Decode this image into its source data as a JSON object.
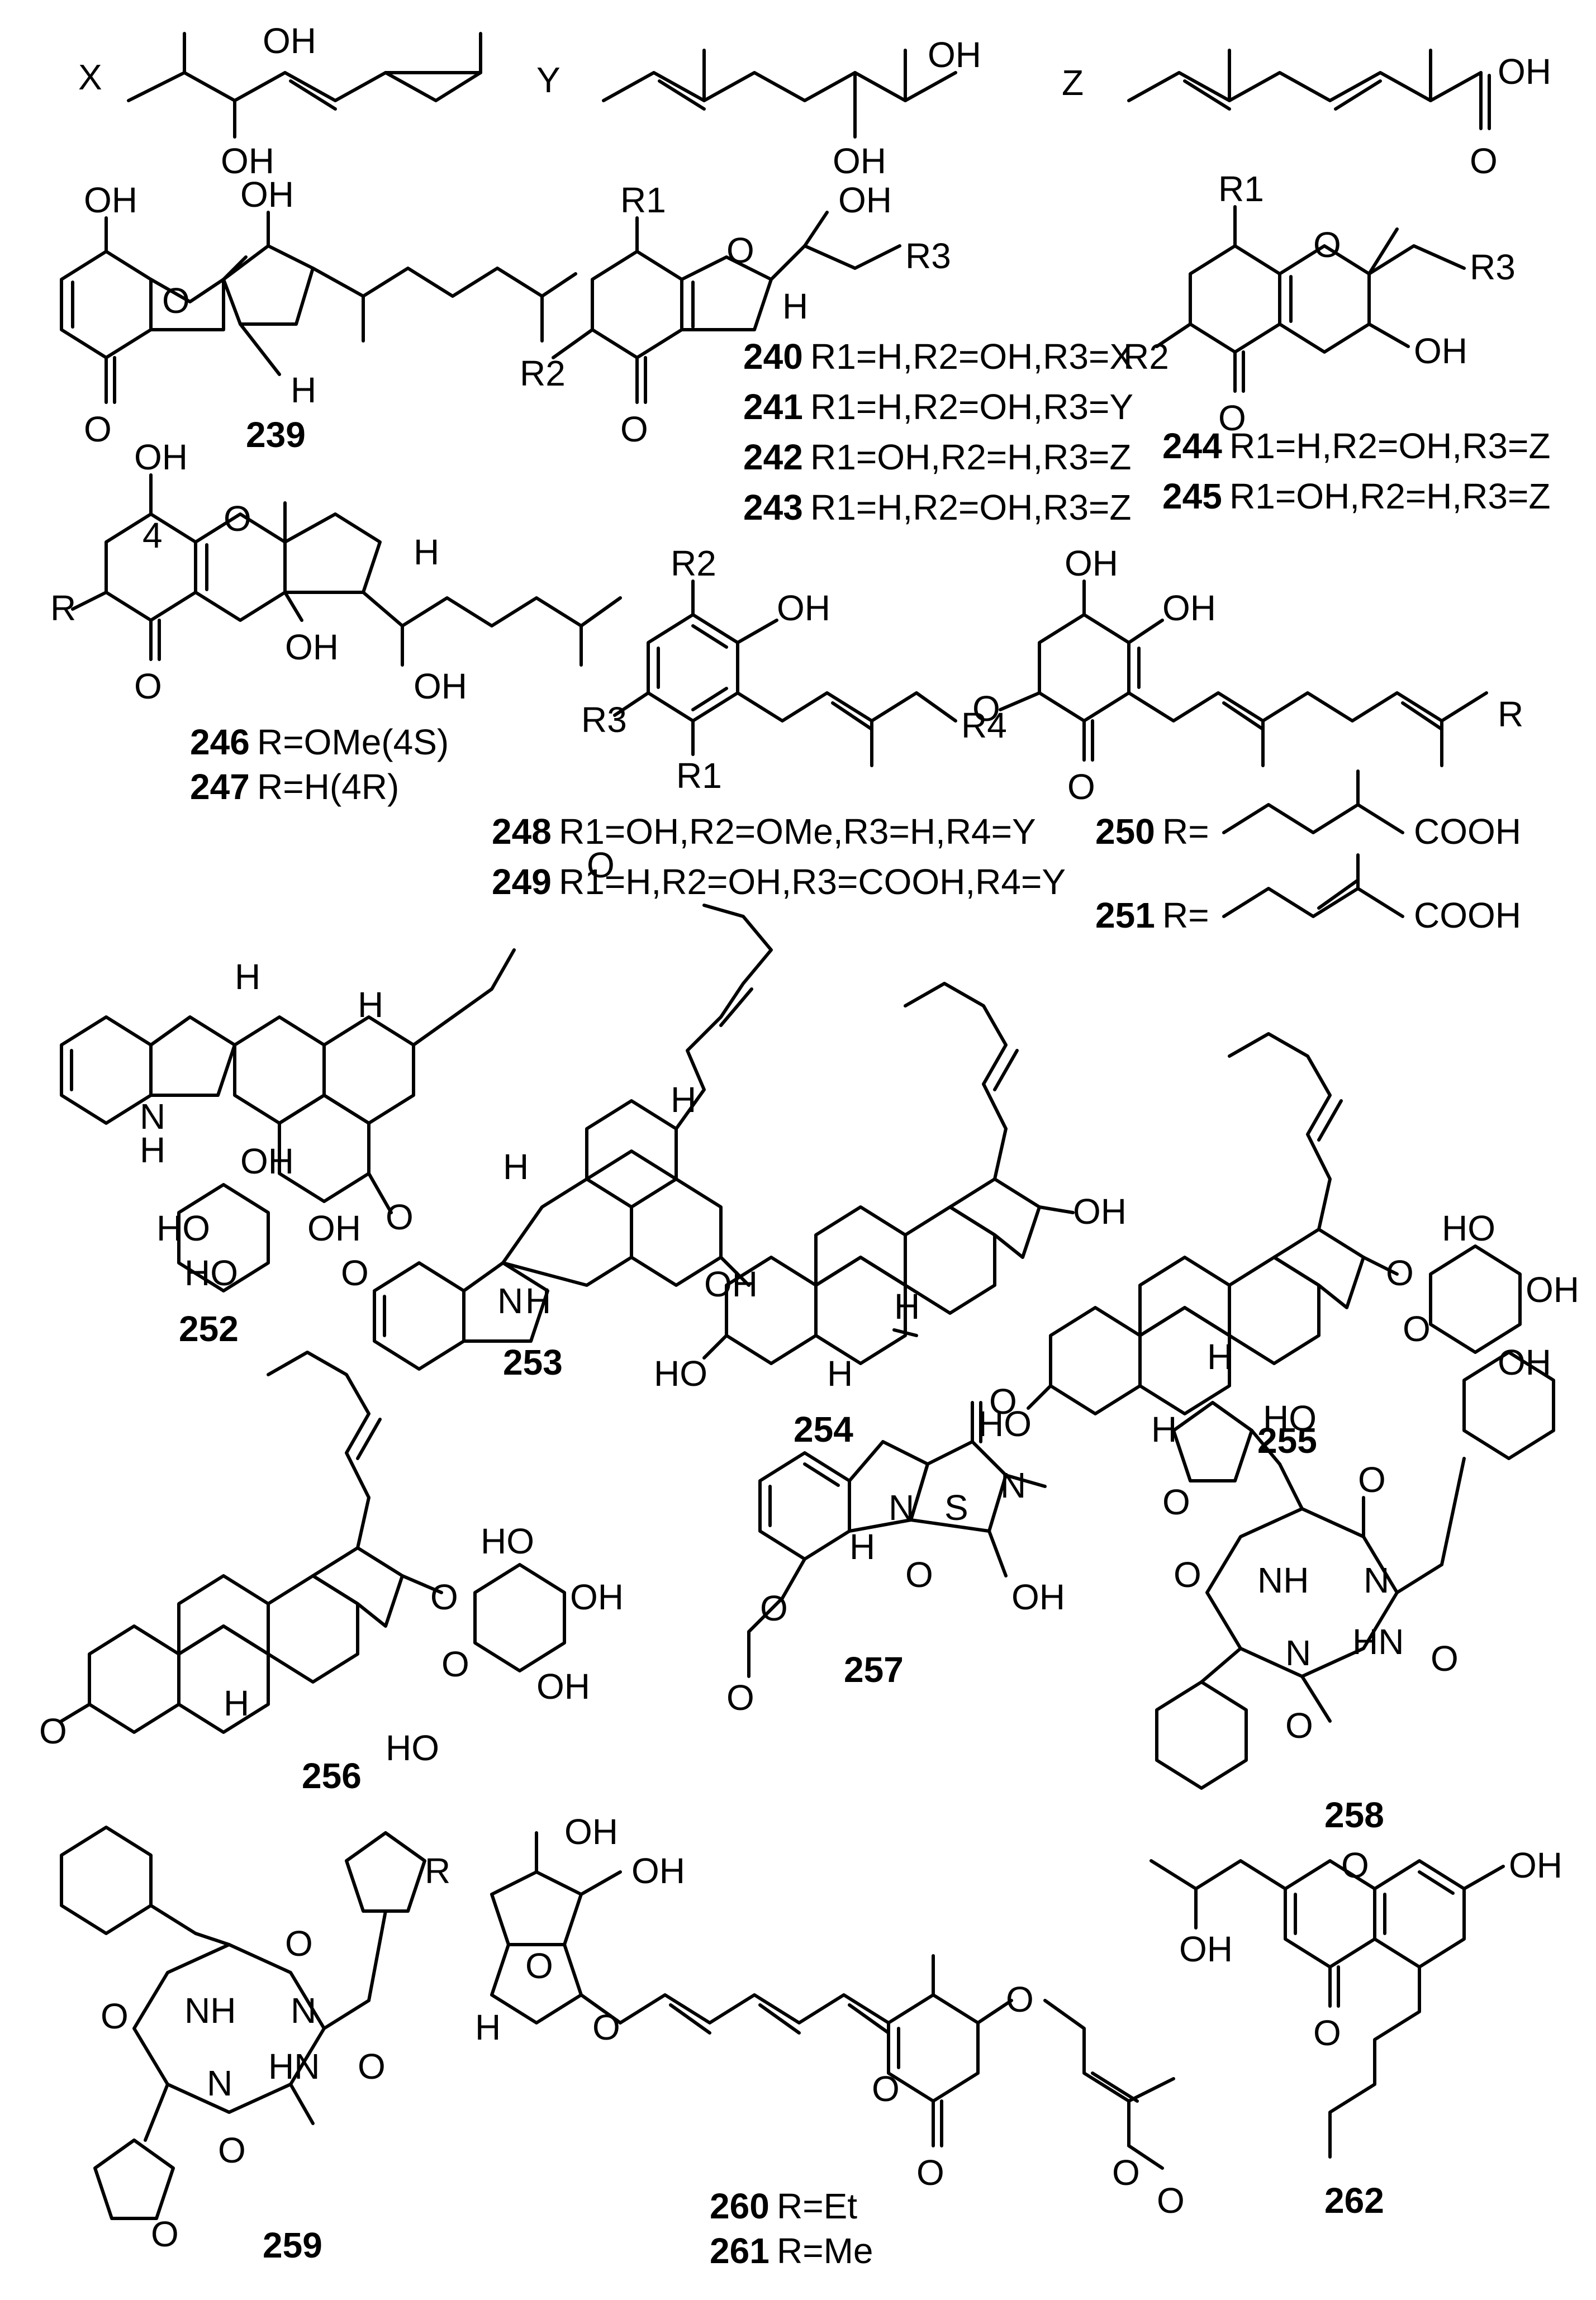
{
  "side_chains": {
    "x": {
      "label": "X",
      "oh1": "OH",
      "oh2": "OH"
    },
    "y": {
      "label": "Y",
      "oh1": "OH",
      "oh2": "OH"
    },
    "z": {
      "label": "Z",
      "oh": "OH",
      "o": "O"
    }
  },
  "compounds": {
    "c239": {
      "number": "239",
      "atoms": [
        "OH",
        "OH",
        "O",
        "O",
        "H"
      ]
    },
    "c240_243": {
      "atoms": [
        "R1",
        "OH",
        "R3",
        "O",
        "H",
        "R2",
        "O"
      ],
      "entries": [
        {
          "number": "240",
          "text": "R1=H,R2=OH,R3=X"
        },
        {
          "number": "241",
          "text": "R1=H,R2=OH,R3=Y"
        },
        {
          "number": "242",
          "text": "R1=OH,R2=H,R3=Z"
        },
        {
          "number": "243",
          "text": "R1=H,R2=OH,R3=Z"
        }
      ]
    },
    "c244_245": {
      "atoms": [
        "R1",
        "O",
        "R3",
        "R2",
        "OH",
        "O"
      ],
      "entries": [
        {
          "number": "244",
          "text": "R1=H,R2=OH,R3=Z"
        },
        {
          "number": "245",
          "text": "R1=OH,R2=H,R3=Z"
        }
      ]
    },
    "c246_247": {
      "atoms": [
        "OH",
        "4",
        "O",
        "H",
        "R",
        "O",
        "OH",
        "OH"
      ],
      "entries": [
        {
          "number": "246",
          "text": "R=OMe(4S)"
        },
        {
          "number": "247",
          "text": "R=H(4R)"
        }
      ]
    },
    "c248_249": {
      "atoms": [
        "R2",
        "OH",
        "R3",
        "R1",
        "R4"
      ],
      "entries": [
        {
          "number": "248",
          "text": "R1=OH,R2=OMe,R3=H,R4=Y"
        },
        {
          "number": "249",
          "text": "R1=H,R2=OH,R3=COOH,R4=Y"
        }
      ]
    },
    "c250_251": {
      "atoms": [
        "OH",
        "OH",
        "O",
        "O",
        "R"
      ],
      "entries": [
        {
          "number": "250",
          "text": "R=",
          "tail": "COOH"
        },
        {
          "number": "251",
          "text": "R=",
          "tail": "COOH"
        }
      ]
    },
    "c252": {
      "number": "252",
      "atoms": [
        "H",
        "H",
        "N",
        "H",
        "O",
        "OH",
        "OH",
        "HO",
        "HO",
        "O"
      ]
    },
    "c253": {
      "number": "253",
      "atoms": [
        "O",
        "H",
        "H",
        "N",
        "H",
        "OH"
      ]
    },
    "c254": {
      "number": "254",
      "atoms": [
        "OH",
        "H",
        "HO",
        "H"
      ]
    },
    "c255": {
      "number": "255",
      "atoms": [
        "O",
        "HO",
        "OH",
        "O",
        "OH",
        "H",
        "HO",
        "HO",
        "H"
      ]
    },
    "c256": {
      "number": "256",
      "atoms": [
        "O",
        "HO",
        "OH",
        "O",
        "OH",
        "H",
        "HO",
        "O"
      ]
    },
    "c257": {
      "number": "257",
      "atoms": [
        "O",
        "N",
        "S",
        "N",
        "O",
        "H",
        "O",
        "O",
        "OH"
      ]
    },
    "c258": {
      "number": "258",
      "atoms": [
        "O",
        "O",
        "O",
        "NH",
        "N",
        "N",
        "HN",
        "O",
        "O"
      ]
    },
    "c259": {
      "number": "259",
      "atoms": [
        "O",
        "O",
        "NH",
        "N",
        "N",
        "HN",
        "O",
        "O",
        "O"
      ]
    },
    "c260_261": {
      "atoms": [
        "R",
        "OH",
        "OH",
        "H",
        "O",
        "O",
        "O",
        "O",
        "O",
        "O",
        "O"
      ],
      "entries": [
        {
          "number": "260",
          "text": "R=Et"
        },
        {
          "number": "261",
          "text": "R=Me"
        }
      ]
    },
    "c262": {
      "number": "262",
      "atoms": [
        "O",
        "OH",
        "OH",
        "O"
      ]
    }
  }
}
